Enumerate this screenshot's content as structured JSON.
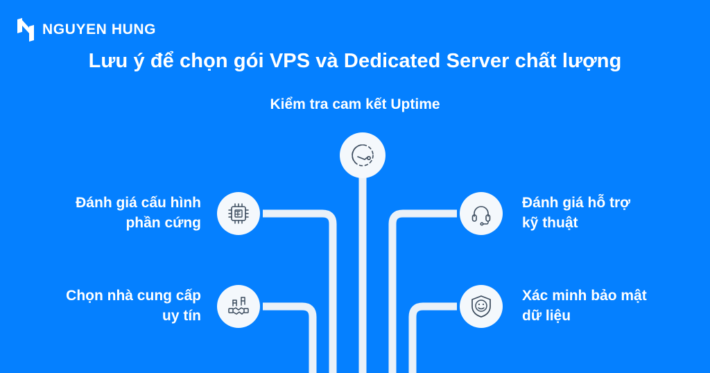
{
  "brand": {
    "name": "NGUYEN HUNG",
    "logo_icon": "nguyen-hung-logo-mark"
  },
  "colors": {
    "background": "#0580ff",
    "text": "#ffffff",
    "node_fill": "#f4f8fc",
    "connector": "#eaf1f8",
    "icon_stroke": "#3a4a5c"
  },
  "title": "Lưu ý để chọn gói VPS và Dedicated Server chất lượng",
  "center_node": {
    "label": "Kiểm tra cam kết Uptime",
    "icon": "gauge-speedometer-icon"
  },
  "branches": [
    {
      "id": "hardware",
      "side": "left",
      "row": "top",
      "label": "Đánh giá cấu hình\nphần cứng",
      "label_line1": "Đánh giá cấu hình",
      "label_line2": "phần cứng",
      "icon": "cpu-chip-icon"
    },
    {
      "id": "support",
      "side": "right",
      "row": "top",
      "label": "Đánh giá hỗ trợ\nkỹ thuật",
      "label_line1": "Đánh giá hỗ trợ",
      "label_line2": "kỹ thuật",
      "icon": "headset-icon"
    },
    {
      "id": "provider",
      "side": "left",
      "row": "bottom",
      "label": "Chọn nhà cung cấp\nuy tín",
      "label_line1": "Chọn nhà cung cấp",
      "label_line2": "uy tín",
      "icon": "handshake-icon"
    },
    {
      "id": "security",
      "side": "right",
      "row": "bottom",
      "label": "Xác minh bảo mật\ndữ liệu",
      "label_line1": "Xác minh bảo mật",
      "label_line2": "dữ liệu",
      "icon": "shield-face-icon"
    }
  ]
}
